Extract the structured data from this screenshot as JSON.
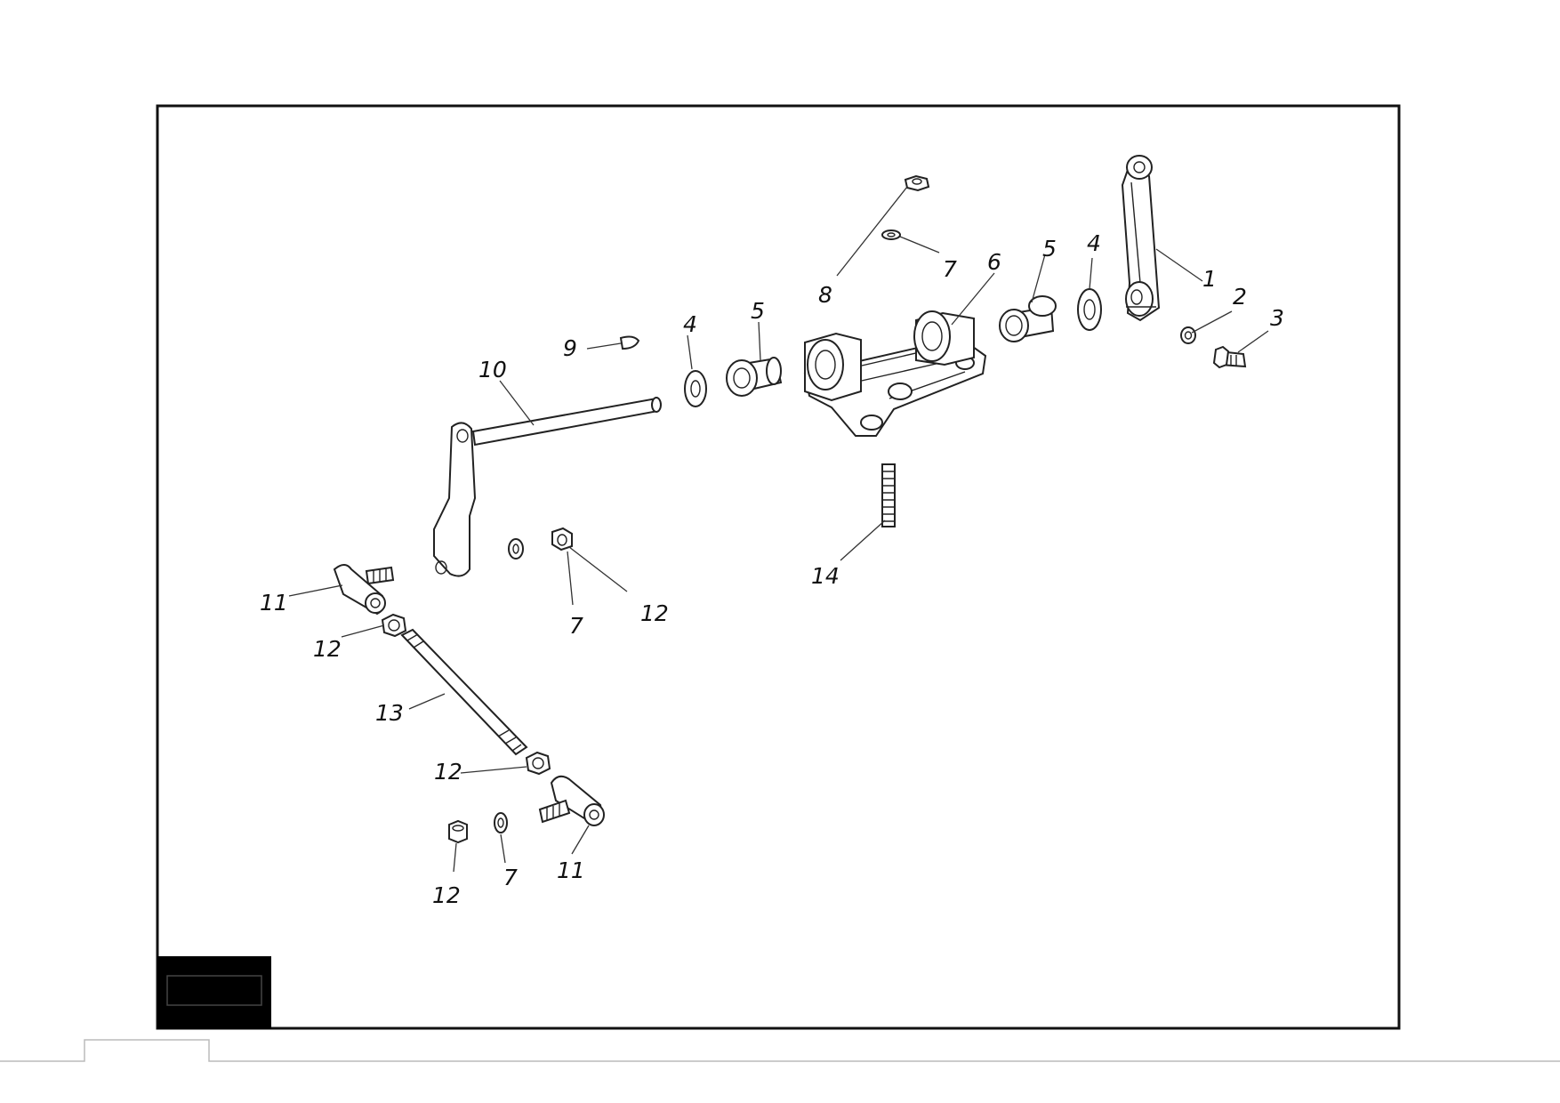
{
  "diagram": {
    "type": "exploded-parts-drawing",
    "callouts": [
      {
        "id": "c1",
        "label": "1"
      },
      {
        "id": "c2",
        "label": "2"
      },
      {
        "id": "c3",
        "label": "3"
      },
      {
        "id": "c4a",
        "label": "4"
      },
      {
        "id": "c4b",
        "label": "4"
      },
      {
        "id": "c5a",
        "label": "5"
      },
      {
        "id": "c5b",
        "label": "5"
      },
      {
        "id": "c6",
        "label": "6"
      },
      {
        "id": "c7a",
        "label": "7"
      },
      {
        "id": "c7b",
        "label": "7"
      },
      {
        "id": "c7c",
        "label": "7"
      },
      {
        "id": "c8",
        "label": "8"
      },
      {
        "id": "c9",
        "label": "9"
      },
      {
        "id": "c10",
        "label": "10"
      },
      {
        "id": "c11a",
        "label": "11"
      },
      {
        "id": "c11b",
        "label": "11"
      },
      {
        "id": "c12a",
        "label": "12"
      },
      {
        "id": "c12b",
        "label": "12"
      },
      {
        "id": "c12c",
        "label": "12"
      },
      {
        "id": "c12d",
        "label": "12"
      },
      {
        "id": "c13",
        "label": "13"
      },
      {
        "id": "c14",
        "label": "14"
      }
    ]
  },
  "colors": {
    "line": "#222222",
    "frame": "#111111",
    "background": "#ffffff"
  }
}
